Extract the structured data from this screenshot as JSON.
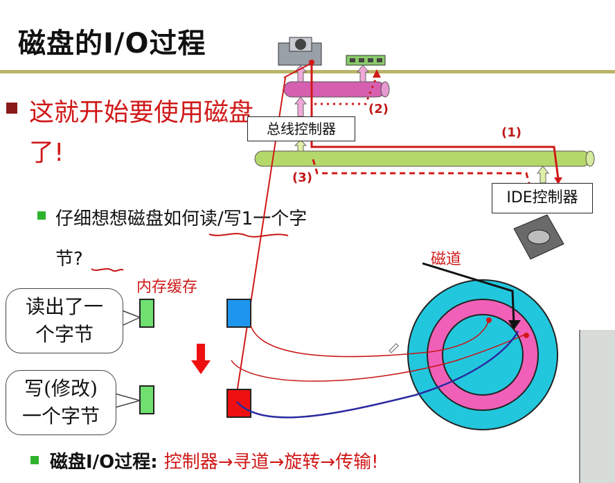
{
  "title": "磁盘的I/O过程",
  "bullet1": "这就开始要使用磁盘了!",
  "bullet2": "仔细想想磁盘如何读/写1一个字节?",
  "bubble_read": {
    "line1": "读出了一",
    "line2": "个字节"
  },
  "bubble_write": {
    "line1": "写(修改)",
    "line2": "一个字节"
  },
  "memory_cache_label": "内存缓存",
  "track_label": "磁道",
  "bus_controller_label": "总线控制器",
  "ide_controller_label": "IDE控制器",
  "path_labels": {
    "p1": "(1)",
    "p2": "(2)",
    "p3": "(3)"
  },
  "bottom_bullet": {
    "prefix": "磁盘I/O过程: ",
    "steps": "控制器→寻道→旋转→传输!"
  },
  "colors": {
    "accent_red": "#d01818",
    "rule": "#b9b46a",
    "bus_green": "#b5d86a",
    "bus_pink": "#d65fb0",
    "disk_cyan": "#22c7dd",
    "disk_pink": "#f060b8"
  }
}
